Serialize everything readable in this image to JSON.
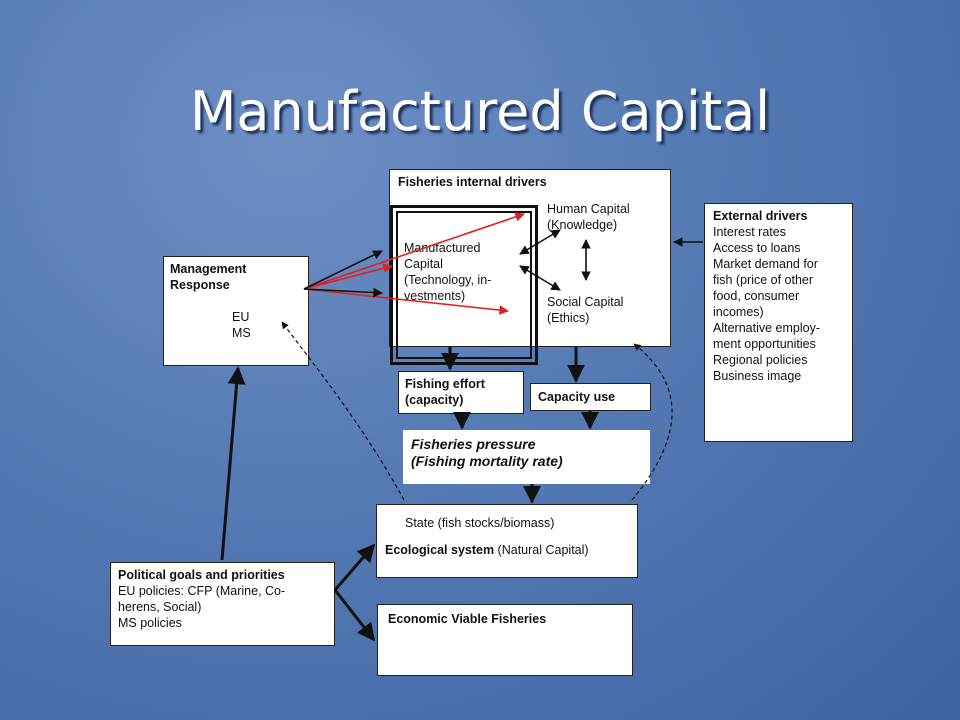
{
  "title": "Manufactured Capital",
  "internal": {
    "heading": "Fisheries internal drivers",
    "manufactured": "Manufactured\nCapital\n(Technology, in-\nvestments)",
    "human": "Human Capital\n(Knowledge)",
    "social": "Social Capital\n(Ethics)"
  },
  "external": {
    "heading": "External drivers",
    "items": "Interest rates\nAccess to loans\nMarket demand for\nfish (price of other\nfood, consumer\nincomes)\nAlternative employ-\nment opportunities\nRegional policies\nBusiness image"
  },
  "management": {
    "heading": "Management\nResponse",
    "items": "EU\nMS"
  },
  "effort": "Fishing effort\n(capacity)",
  "capacity": "Capacity use",
  "pressure": "Fisheries pressure\n(Fishing mortality rate)",
  "state": {
    "line1": "State (fish stocks/biomass)",
    "line2_bold": "Ecological system",
    "line2_rest": " (Natural Capital)"
  },
  "political": {
    "heading": "Political goals and priorities",
    "items": "EU policies: CFP (Marine, Co-\nherens, Social)\nMS policies"
  },
  "economic": "Economic Viable Fisheries",
  "colors": {
    "red_arrow": "#e02020",
    "black_arrow": "#111111"
  }
}
